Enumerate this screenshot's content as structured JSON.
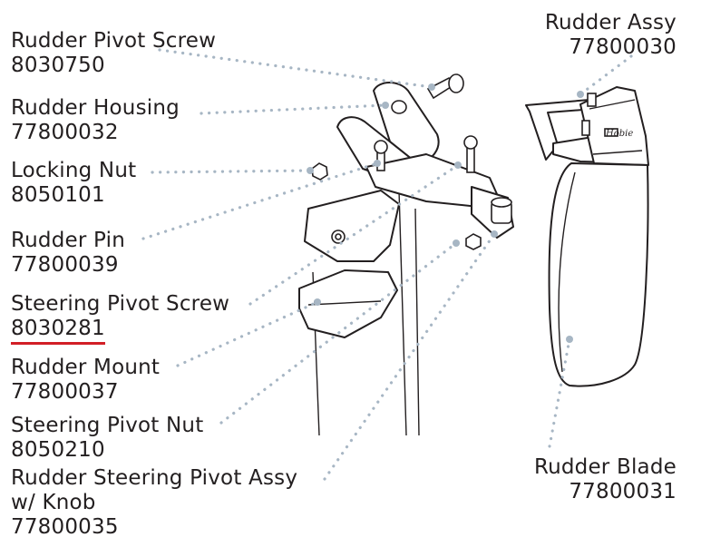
{
  "labels": {
    "rudder_pivot_screw": {
      "name": "Rudder Pivot Screw",
      "number": "8030750"
    },
    "rudder_housing": {
      "name": "Rudder Housing",
      "number": "77800032"
    },
    "locking_nut": {
      "name": "Locking Nut",
      "number": "8050101"
    },
    "rudder_pin": {
      "name": "Rudder Pin",
      "number": "77800039"
    },
    "steering_pivot_screw": {
      "name": "Steering Pivot Screw",
      "number": "8030281"
    },
    "rudder_mount": {
      "name": "Rudder Mount",
      "number": "77800037"
    },
    "steering_pivot_nut": {
      "name": "Steering Pivot Nut",
      "number": "8050210"
    },
    "rudder_steering_pivot_assy": {
      "name_line1": "Rudder Steering Pivot Assy",
      "name_line2": "w/ Knob",
      "number": "77800035"
    },
    "rudder_assy": {
      "name": "Rudder Assy",
      "number": "77800030"
    },
    "rudder_blade": {
      "name": "Rudder Blade",
      "number": "77800031"
    }
  },
  "brand_mark": "Hobie",
  "highlight": {
    "target": "steering_pivot_screw.number",
    "color": "#d21f26"
  },
  "colors": {
    "leader": "#a7b6c4",
    "text": "#231f20",
    "background": "#ffffff"
  }
}
